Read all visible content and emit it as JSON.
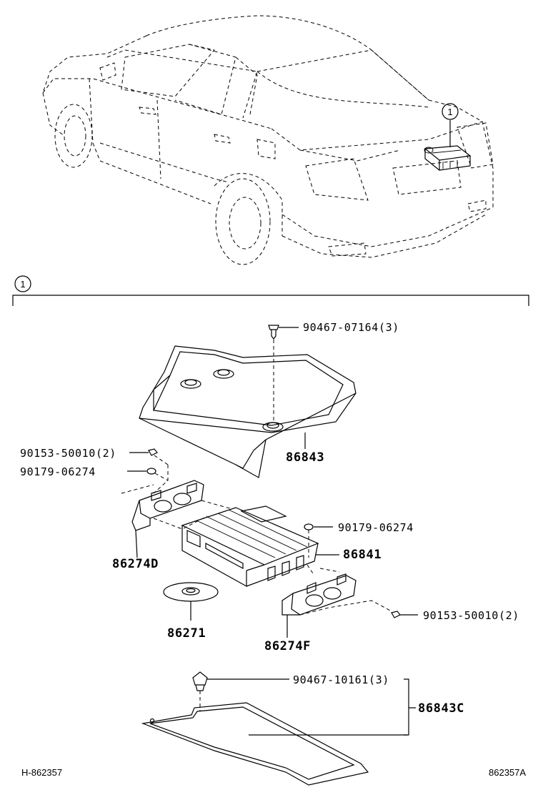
{
  "callout": {
    "number": "1"
  },
  "parts": {
    "screw_top": "90467-07164(3)",
    "cover": "86843",
    "nut_left": "90153-50010(2)",
    "washer_left": "90179-06274",
    "bracket_left": "86274D",
    "washer_right": "90179-06274",
    "unit": "86841",
    "disc": "86271",
    "nut_right": "90153-50010(2)",
    "bracket_right": "86274F",
    "clip": "90467-10161(3)",
    "cover_c": "86843C"
  },
  "footer": {
    "left": "H-862357",
    "right": "862357A"
  }
}
